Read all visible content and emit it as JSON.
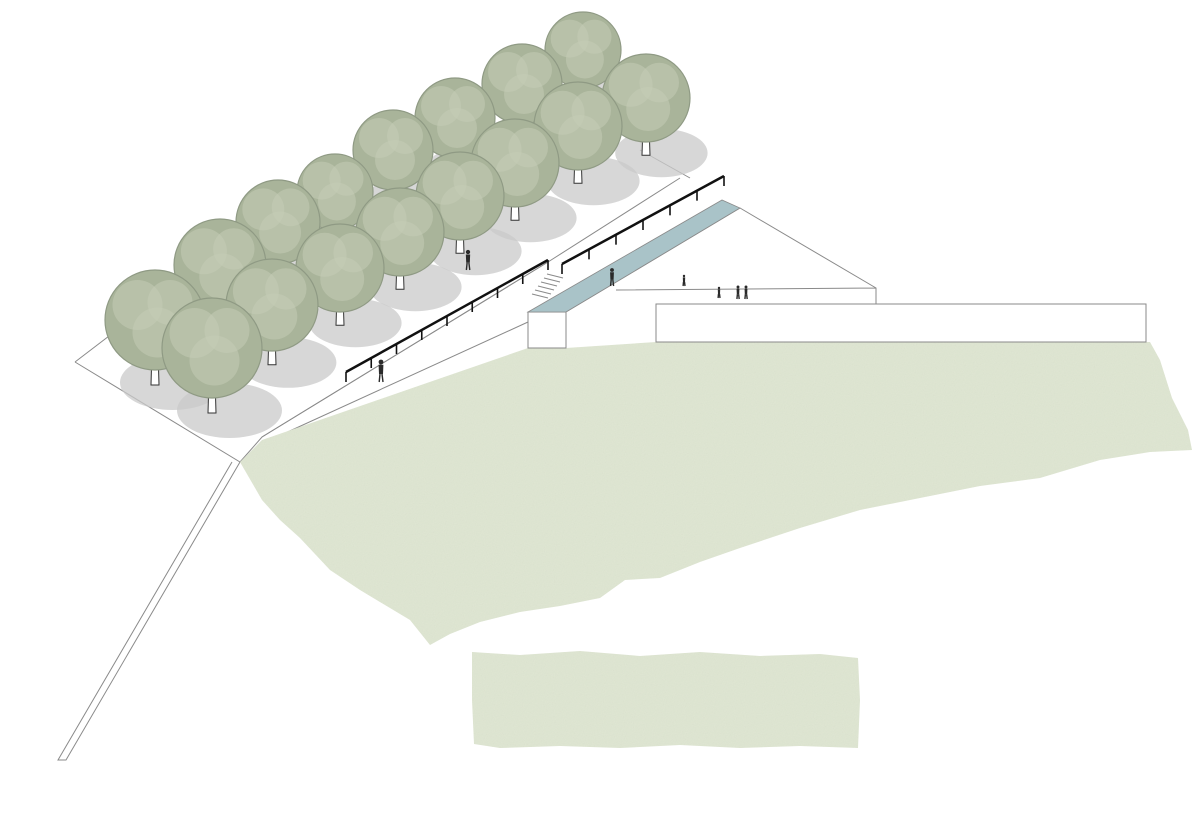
{
  "colors": {
    "background": "#ffffff",
    "line": "#8a8a8a",
    "grass": "#dfe6d2",
    "grass_dark": "#ccd7bd",
    "tree_canopy": "#a9b49a",
    "tree_canopy_light": "#c4ccb6",
    "tree_canopy_dark": "#8f9a84",
    "tree_shadow": "#c9c9c9",
    "trunk": "#ffffff",
    "water": "#a9c3c8",
    "railing": "#111111",
    "person": "#2a2a2a"
  },
  "elements": {
    "tree_grove": "olive-tree-grove",
    "lawn_main": "lawn-area",
    "lawn_small": "lawn-strip",
    "water_channel": "reflecting-pool",
    "railing": "handrail",
    "wall": "retaining-wall",
    "path": "walkway-line",
    "people": "figures"
  }
}
